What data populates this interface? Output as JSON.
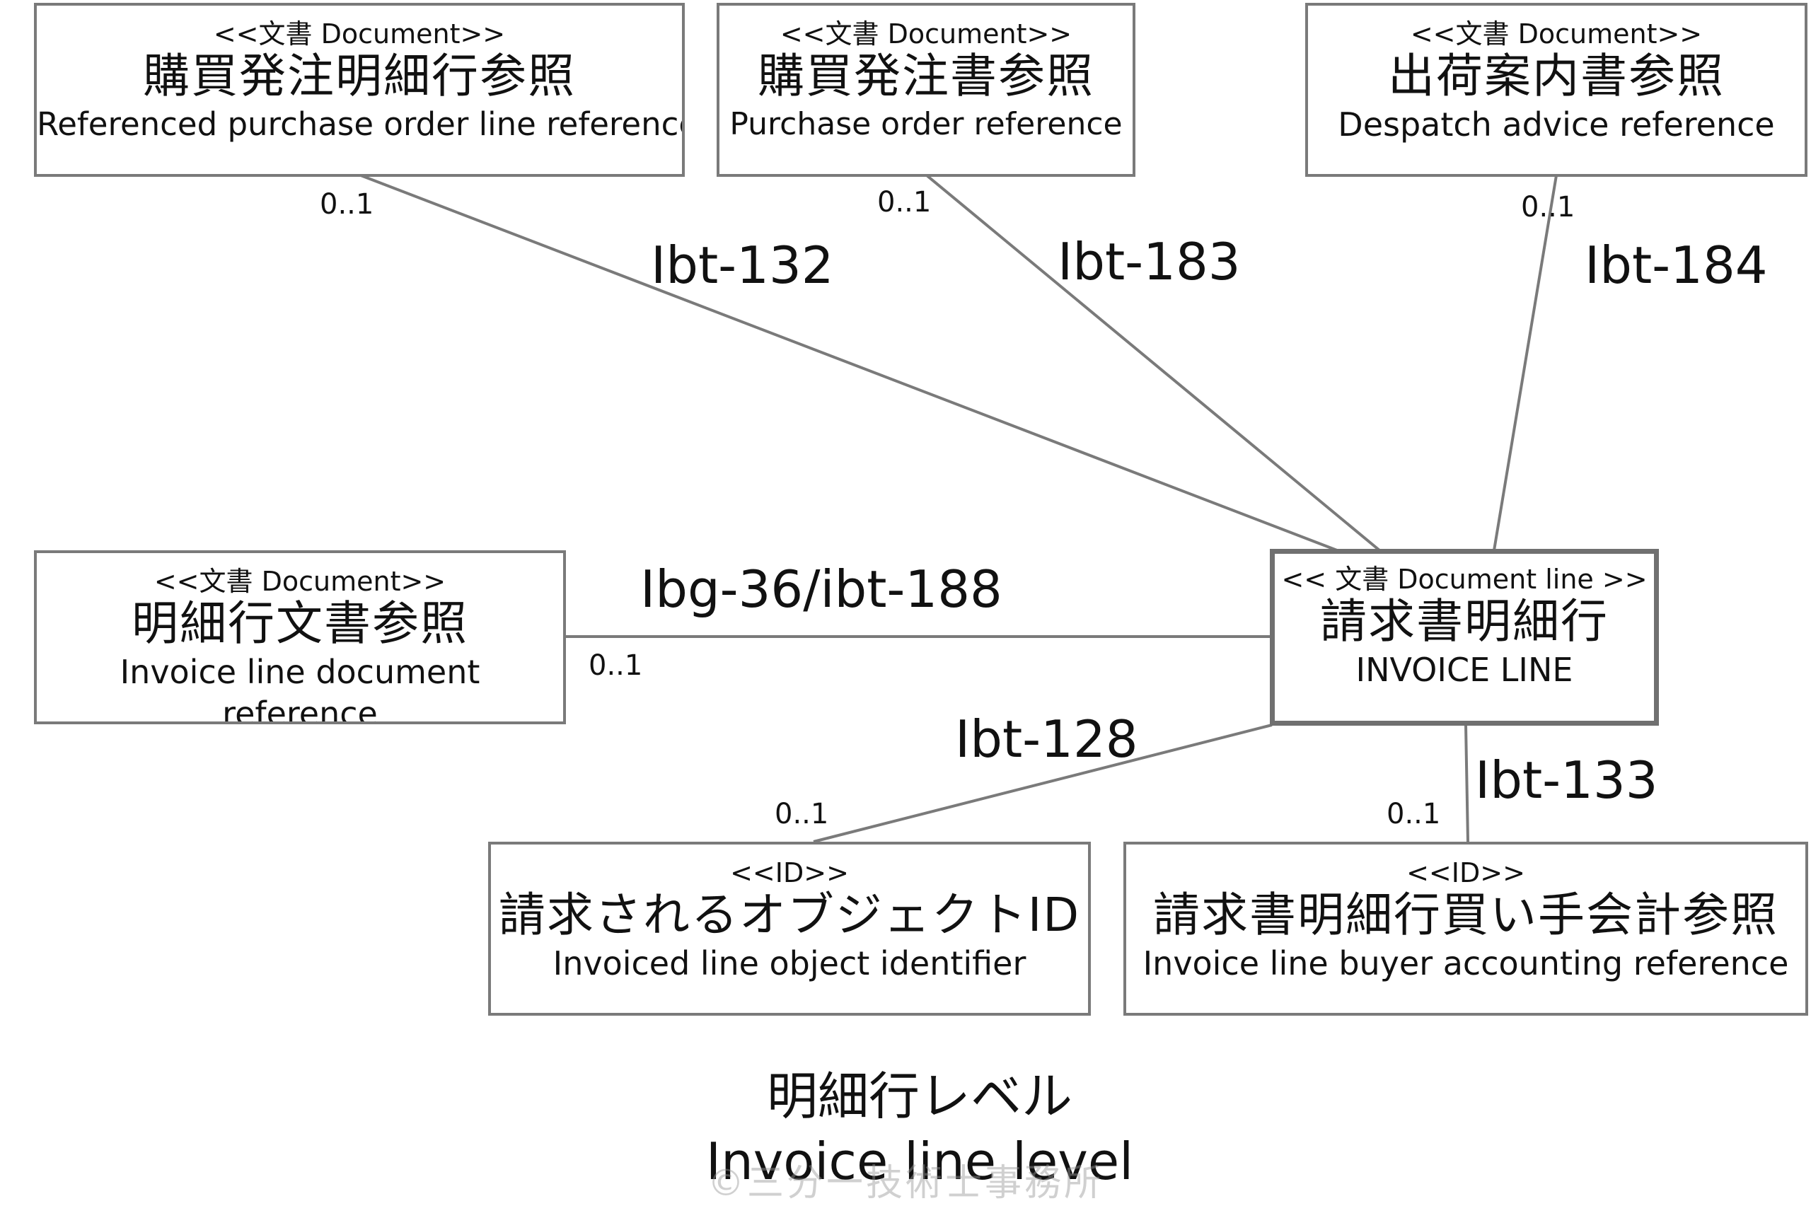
{
  "boxes": {
    "po_line": {
      "stereotype": "<<文書 Document>>",
      "name_ja": "購買発注明細行参照",
      "name_en": "Referenced purchase order line reference"
    },
    "po": {
      "stereotype": "<<文書 Document>>",
      "name_ja": "購買発注書参照",
      "name_en": "Purchase order reference"
    },
    "despatch": {
      "stereotype": "<<文書 Document>>",
      "name_ja": "出荷案内書参照",
      "name_en": "Despatch advice reference"
    },
    "line_doc": {
      "stereotype": "<<文書 Document>>",
      "name_ja": "明細行文書参照",
      "name_en_1": "Invoice line document",
      "name_en_2": "reference"
    },
    "invoice_line": {
      "stereotype": "<< 文書 Document line >>",
      "name_ja": "請求書明細行",
      "name_en": "INVOICE LINE"
    },
    "object_id": {
      "stereotype": "<<ID>>",
      "name_ja": "請求されるオブジェクトID",
      "name_en": "Invoiced line object identifier"
    },
    "buyer_acct": {
      "stereotype": "<<ID>>",
      "name_ja": "請求書明細行買い手会計参照",
      "name_en": "Invoice line buyer accounting reference"
    }
  },
  "associations": {
    "po_line": "Ibt-132",
    "po": "Ibt-183",
    "despatch": "Ibt-184",
    "line_doc": "Ibg-36/ibt-188",
    "object_id": "Ibt-128",
    "buyer_acct": "Ibt-133"
  },
  "multiplicities": {
    "po_line": "0..1",
    "po": "0..1",
    "despatch": "0..1",
    "line_doc": "0..1",
    "object_id": "0..1",
    "buyer_acct": "0..1"
  },
  "caption": {
    "ja": "明細行レベル",
    "en": "Invoice line level"
  },
  "watermark": "©三分一技術士事務所",
  "colors": {
    "line": "#7a7a7a",
    "border": "#7a7a7a",
    "text": "#111111"
  }
}
